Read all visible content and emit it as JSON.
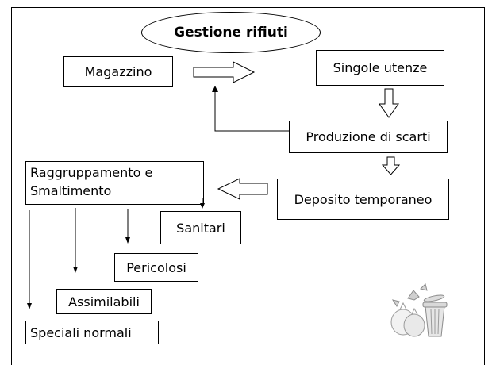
{
  "title": "Gestione rifiuti",
  "nodes": {
    "magazzino": "Magazzino",
    "singole_utenze": "Singole utenze",
    "produzione_scarti": "Produzione di scarti",
    "deposito_temporaneo": "Deposito temporaneo",
    "raggruppamento_line1": "Raggruppamento e",
    "raggruppamento_line2": "Smaltimento",
    "sanitari": "Sanitari",
    "pericolosi": "Pericolosi",
    "assimilabili": "Assimilabili",
    "speciali_normali": "Speciali normali"
  },
  "icons": {
    "waste_bin": "waste-bin-icon"
  }
}
